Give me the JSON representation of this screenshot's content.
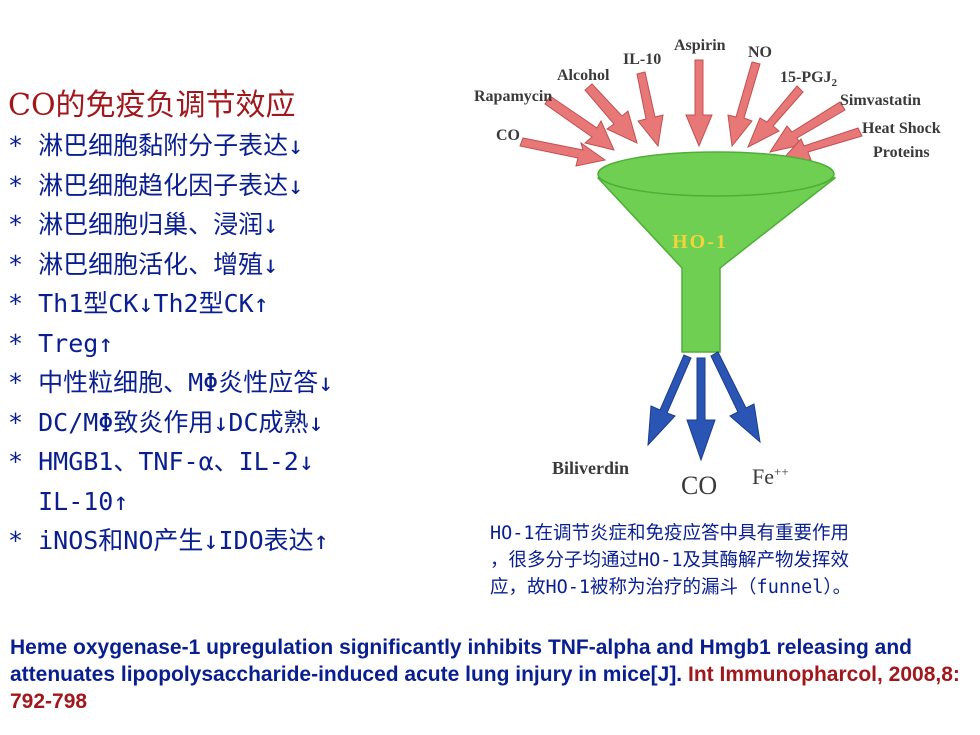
{
  "left": {
    "title": "CO的免疫负调节效应",
    "bullets": [
      "* 淋巴细胞黏附分子表达↓",
      "* 淋巴细胞趋化因子表达↓",
      "* 淋巴细胞归巢、浸润↓",
      "* 淋巴细胞活化、增殖↓",
      "* Th1型CK↓Th2型CK↑",
      "* Treg↑",
      "* 中性粒细胞、MΦ炎性应答↓",
      "* DC/MΦ致炎作用↓DC成熟↓",
      "* HMGB1、TNF-α、IL-2↓",
      "  IL-10↑",
      "* iNOS和NO产生↓IDO表达↑"
    ]
  },
  "diagram": {
    "center_label": "HO-1",
    "inputs": [
      "CO",
      "Rapamycin",
      "Alcohol",
      "IL-10",
      "Aspirin",
      "NO",
      "15-PGJ",
      "Simvastatin",
      "Heat Shock",
      "Proteins"
    ],
    "input_subscript": "2",
    "outputs": [
      "Biliverdin",
      "CO",
      "Fe",
      "++"
    ],
    "colors": {
      "funnel": "#6fcf52",
      "input_arrow": "#e87878",
      "output_arrow": "#2a55b5",
      "center_label": "#f4d43a"
    }
  },
  "caption": {
    "lines": [
      "HO-1在调节炎症和免疫应答中具有重要作用",
      "，很多分子均通过HO-1及其酶解产物发挥效",
      "应，故HO-1被称为治疗的漏斗（funnel）。"
    ]
  },
  "reference": {
    "title": "Heme oxygenase-1 upregulation significantly inhibits TNF-alpha and Hmgb1 releasing and attenuates lipopolysaccharide-induced acute lung injury in mice[J].",
    "journal": " Int Immunopharcol, 2008,8: 792-798"
  }
}
